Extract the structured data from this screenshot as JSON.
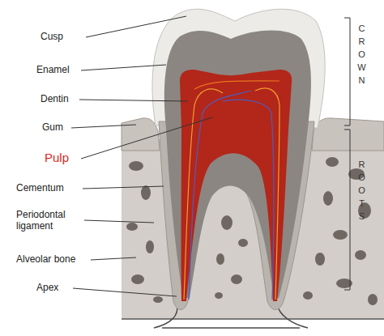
{
  "diagram": {
    "labels": [
      "Cusp",
      "Enamel",
      "Dentin",
      "Gum",
      "Pulp",
      "Cementum",
      "Periodontal ligament",
      "Alveolar bone",
      "Apex",
      "CROWN",
      "ROOTS"
    ]
  }
}
